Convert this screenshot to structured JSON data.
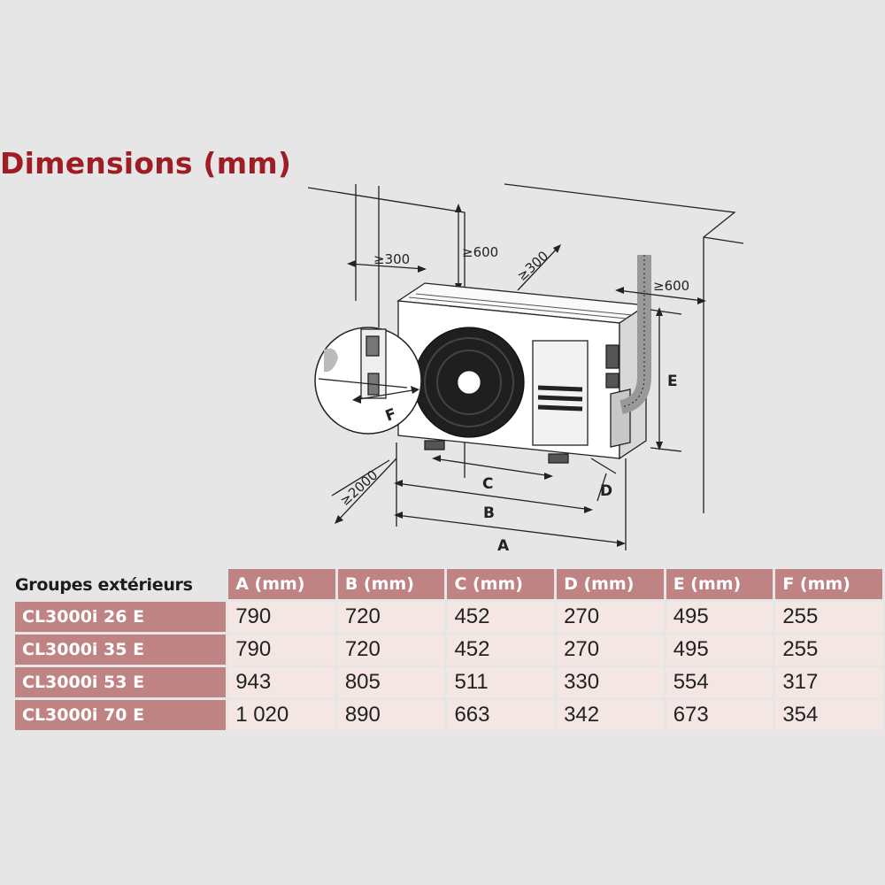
{
  "title": "Dimensions (mm)",
  "diagram": {
    "labels": {
      "a": "A",
      "b": "B",
      "c": "C",
      "d": "D",
      "e": "E",
      "f": "F",
      "clear_left": "≥300",
      "clear_top": "≥600",
      "clear_back": "≥300",
      "clear_right": "≥600",
      "clear_front": "≥2000"
    }
  },
  "table": {
    "row_header": "Groupes extérieurs",
    "columns": [
      "A (mm)",
      "B (mm)",
      "C (mm)",
      "D (mm)",
      "E (mm)",
      "F (mm)"
    ],
    "rows": [
      {
        "model": "CL3000i 26 E",
        "values": [
          "790",
          "720",
          "452",
          "270",
          "495",
          "255"
        ]
      },
      {
        "model": "CL3000i 35 E",
        "values": [
          "790",
          "720",
          "452",
          "270",
          "495",
          "255"
        ]
      },
      {
        "model": "CL3000i 53 E",
        "values": [
          "943",
          "805",
          "511",
          "330",
          "554",
          "317"
        ]
      },
      {
        "model": "CL3000i 70 E",
        "values": [
          "1 020",
          "890",
          "663",
          "342",
          "673",
          "354"
        ]
      }
    ]
  },
  "colors": {
    "title": "#9e1c24",
    "header_bg": "#c08383",
    "cell_bg": "#f3e6e3",
    "background": "#e6e6e6"
  }
}
